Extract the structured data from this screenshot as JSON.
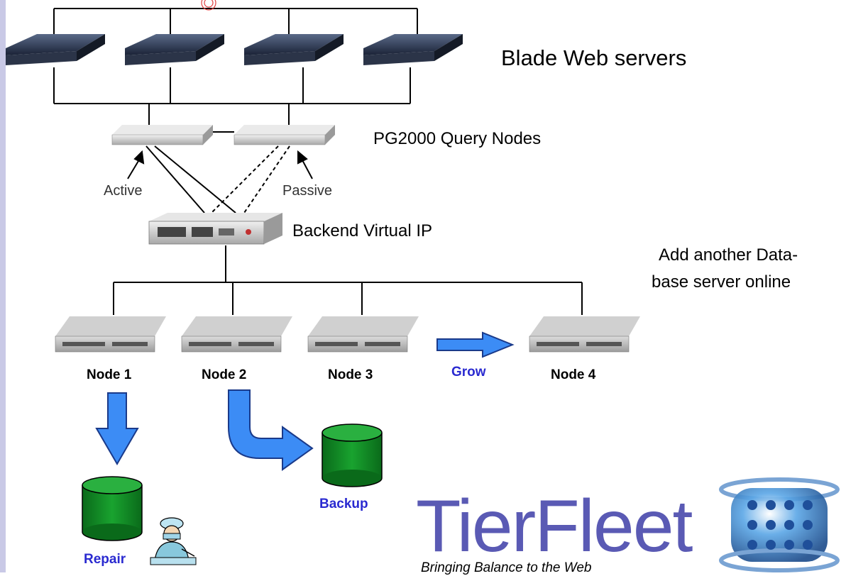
{
  "labels": {
    "blade_web_servers": "Blade Web servers",
    "query_nodes": "PG2000 Query Nodes",
    "active": "Active",
    "passive": "Passive",
    "backend_vip": "Backend Virtual IP",
    "add_another_line1": "Add another Data-",
    "add_another_line2": "base server online",
    "node1": "Node 1",
    "node2": "Node 2",
    "node3": "Node 3",
    "node4": "Node 4",
    "grow": "Grow",
    "repair": "Repair",
    "backup": "Backup"
  },
  "logo": {
    "text": "TierFleet",
    "tagline": "Bringing Balance to the Web"
  },
  "colors": {
    "arrow_blue": "#3c8cf5",
    "cylinder_green": "#0f8a22",
    "logo_purple": "#5a5ab4",
    "label_blue": "#2a2ad0"
  }
}
